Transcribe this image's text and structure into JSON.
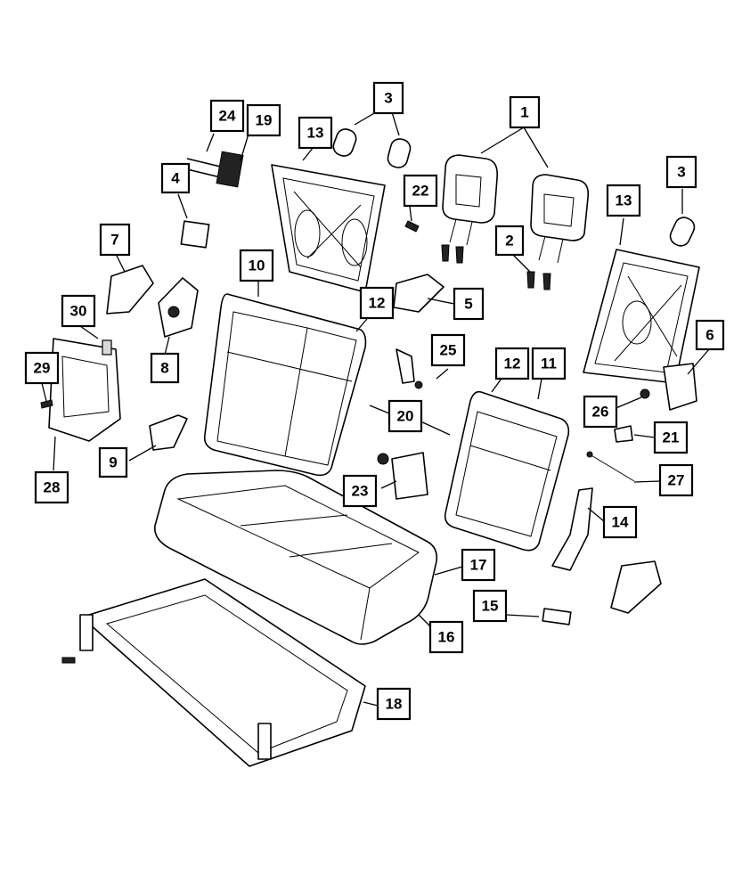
{
  "callouts": [
    {
      "id": "c1",
      "label": "1"
    },
    {
      "id": "c2",
      "label": "2"
    },
    {
      "id": "c3a",
      "label": "3"
    },
    {
      "id": "c3b",
      "label": "3"
    },
    {
      "id": "c4",
      "label": "4"
    },
    {
      "id": "c5",
      "label": "5"
    },
    {
      "id": "c6",
      "label": "6"
    },
    {
      "id": "c7",
      "label": "7"
    },
    {
      "id": "c8",
      "label": "8"
    },
    {
      "id": "c9",
      "label": "9"
    },
    {
      "id": "c10",
      "label": "10"
    },
    {
      "id": "c11",
      "label": "11"
    },
    {
      "id": "c12a",
      "label": "12"
    },
    {
      "id": "c12b",
      "label": "12"
    },
    {
      "id": "c13a",
      "label": "13"
    },
    {
      "id": "c13b",
      "label": "13"
    },
    {
      "id": "c14",
      "label": "14"
    },
    {
      "id": "c15",
      "label": "15"
    },
    {
      "id": "c16",
      "label": "16"
    },
    {
      "id": "c17",
      "label": "17"
    },
    {
      "id": "c18",
      "label": "18"
    },
    {
      "id": "c19",
      "label": "19"
    },
    {
      "id": "c20",
      "label": "20"
    },
    {
      "id": "c21",
      "label": "21"
    },
    {
      "id": "c22",
      "label": "22"
    },
    {
      "id": "c23",
      "label": "23"
    },
    {
      "id": "c24",
      "label": "24"
    },
    {
      "id": "c25",
      "label": "25"
    },
    {
      "id": "c26",
      "label": "26"
    },
    {
      "id": "c27",
      "label": "27"
    },
    {
      "id": "c28",
      "label": "28"
    },
    {
      "id": "c29",
      "label": "29"
    },
    {
      "id": "c30",
      "label": "30"
    }
  ]
}
